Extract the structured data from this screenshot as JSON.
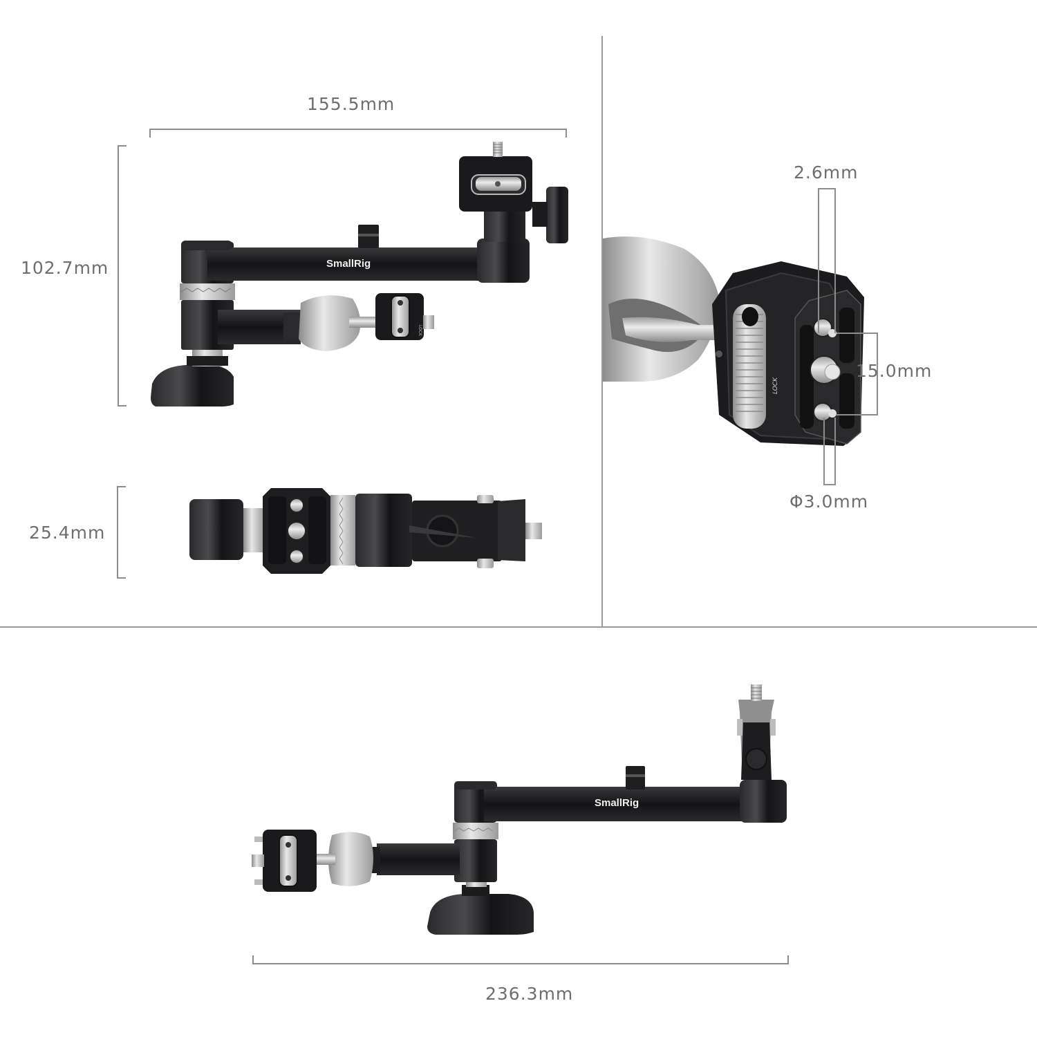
{
  "product": {
    "brand_logo_text": "SmallRig",
    "lock_engraving": "LOCK"
  },
  "panels": {
    "top_left": {
      "side_view": {
        "width_dimension": "155.5mm",
        "height_dimension": "102.7mm"
      },
      "top_view": {
        "thickness_dimension": "25.4mm"
      }
    },
    "top_right": {
      "detail_view": {
        "pin_length_dimension": "2.6mm",
        "pin_spacing_dimension": "15.0mm",
        "pin_diameter_dimension": "Φ3.0mm"
      }
    },
    "bottom": {
      "extended_view": {
        "length_dimension": "236.3mm"
      }
    }
  },
  "colors": {
    "dimension_text": "#6e6e6e",
    "dimension_line": "#8c8c8c",
    "divider": "#9a9a9a",
    "metal_black": "#1c1c1e",
    "metal_silver": "#c4c4c4"
  }
}
